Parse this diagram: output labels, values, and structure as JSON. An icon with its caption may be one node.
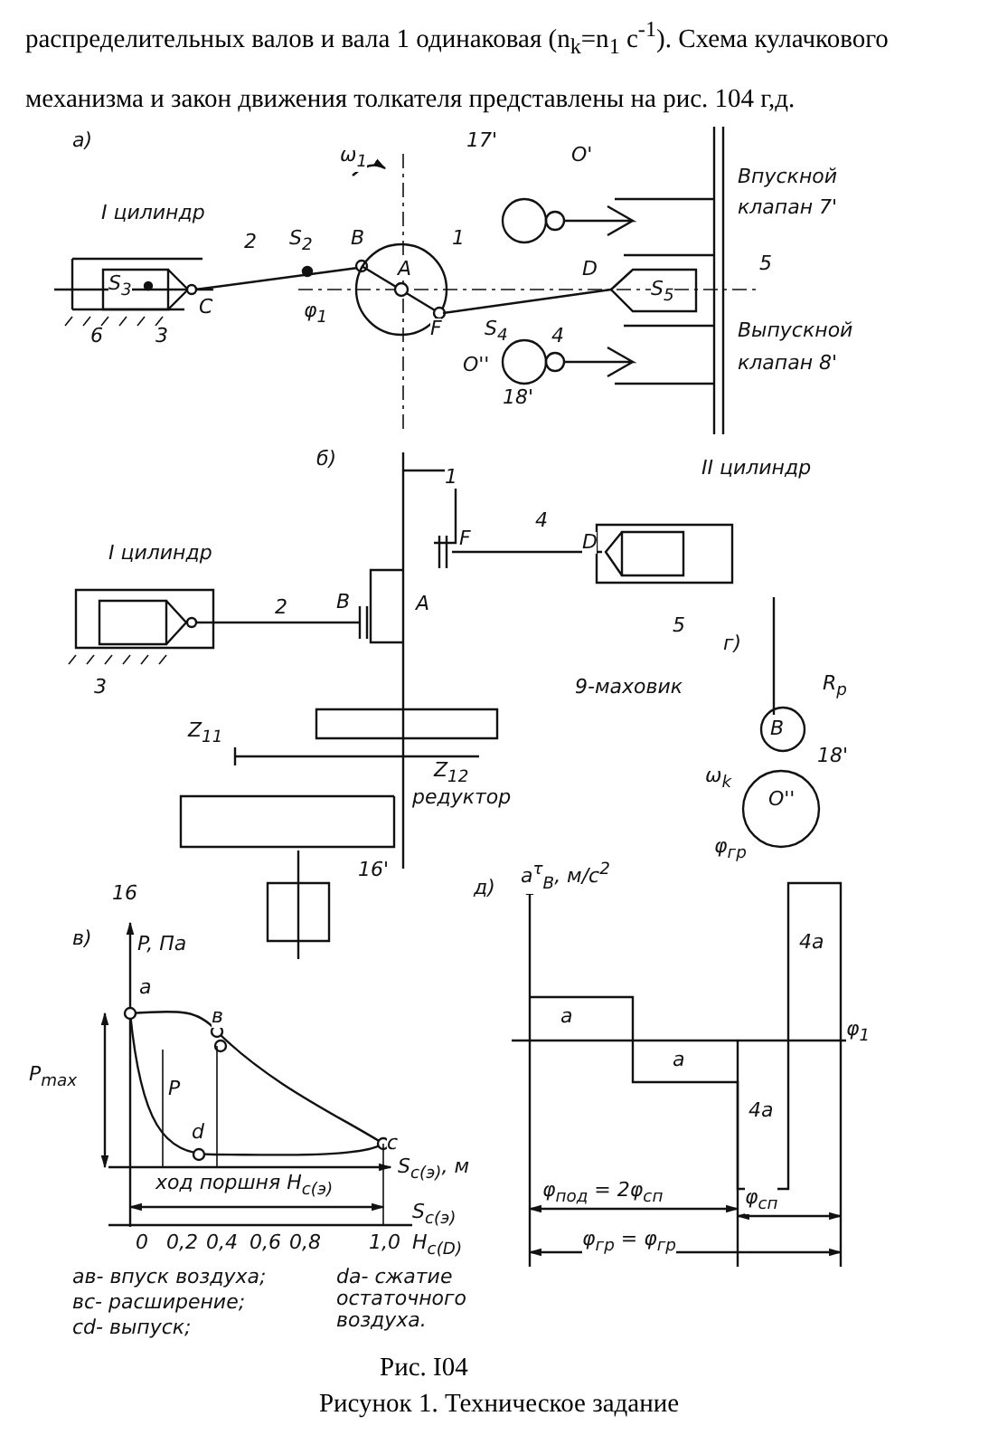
{
  "diagram": {
    "caption": "Рисунок 1. Техническое задание",
    "labels": [
      "распределительных валов и вала 1 одинаковая (n$_{k}$=n$_{1}$ c$^{-1}$). Схема кулачкового механизма и закон движения толкателя представлены на рис. 104 г,д.",
      "а)",
      "17'",
      "O'",
      "ω$_{1}$",
      "Впускной",
      "клапан 7'",
      "I цилиндр",
      "2",
      "S$_{2}$",
      "B",
      "1",
      "A",
      "5",
      "D",
      "S$_{5}$",
      "S$_{3}$",
      "C",
      "φ$_{1}$",
      "F",
      "S$_{4}$",
      "4",
      "6",
      "3",
      "Выпускной",
      "клапан 8'",
      "O''",
      "18'",
      "б)",
      "1",
      "II цилиндр",
      "4",
      "F",
      "D",
      "I цилиндр",
      "2",
      "B",
      "A",
      "5",
      "г)",
      "3",
      "R$_{p}$",
      "9-маховик",
      "B",
      "Z$_{11}$",
      "18'",
      "Z$_{12}$",
      "ω$_{k}$",
      "O''",
      "редуктор",
      "φ$_{гр}$",
      "16'",
      "д)",
      "a$^{τ}$$_{B}$, м/с$^{2}$",
      "16",
      "в)",
      "P, Па",
      "a",
      "в",
      "P$_{max}$",
      "P",
      "d",
      "c",
      "S$_{c(э)}$, м",
      "ход поршня H$_{c(э)}$",
      "0",
      "0,2",
      "0,4",
      "0,6",
      "0,8",
      "1,0",
      "S$_{c(э)}$",
      "H$_{c(D)}$",
      "ав- впуск воздуха;",
      "dа- сжатие остаточного воздуха.",
      "вс- расширение;",
      "cd- выпуск;",
      "a",
      "a",
      "4a",
      "4a",
      "φ$_{1}$",
      "φ$_{под}$ = 2φ$_{сп}$",
      "φ$_{сп}$",
      "φ$_{гр}$ = φ$_{гр}$",
      "Рис. I04"
    ]
  }
}
